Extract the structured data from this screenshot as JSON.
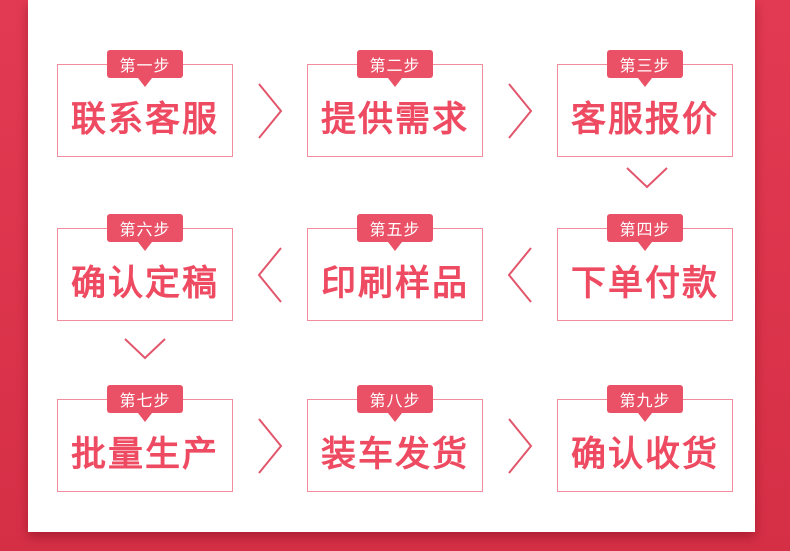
{
  "page": {
    "background_top_color": "#e23a52",
    "background_bottom_color": "#d52f46",
    "panel_color": "#ffffff",
    "badge_color": "#ea5066",
    "label_color": "#ee4b62",
    "box_border_color": "#f08c9c",
    "chevron_color": "#e2566c"
  },
  "steps": [
    {
      "badge": "第一步",
      "label": "联系客服"
    },
    {
      "badge": "第二步",
      "label": "提供需求"
    },
    {
      "badge": "第三步",
      "label": "客服报价"
    },
    {
      "badge": "第四步",
      "label": "下单付款"
    },
    {
      "badge": "第五步",
      "label": "印刷样品"
    },
    {
      "badge": "第六步",
      "label": "确认定稿"
    },
    {
      "badge": "第七步",
      "label": "批量生产"
    },
    {
      "badge": "第八步",
      "label": "装车发货"
    },
    {
      "badge": "第九步",
      "label": "确认收货"
    }
  ],
  "flow": {
    "rows": [
      {
        "direction": "left-to-right",
        "step_indices": [
          0,
          1,
          2
        ],
        "connector": "right-chevron"
      },
      {
        "direction": "right-to-left",
        "step_indices": [
          5,
          4,
          3
        ],
        "connector": "left-chevron"
      },
      {
        "direction": "left-to-right",
        "step_indices": [
          6,
          7,
          8
        ],
        "connector": "right-chevron"
      }
    ],
    "row_transitions": [
      {
        "from_step": 3,
        "to_step": 4,
        "icon": "down-chevron",
        "column": "right"
      },
      {
        "from_step": 6,
        "to_step": 7,
        "icon": "down-chevron",
        "column": "left"
      }
    ]
  }
}
